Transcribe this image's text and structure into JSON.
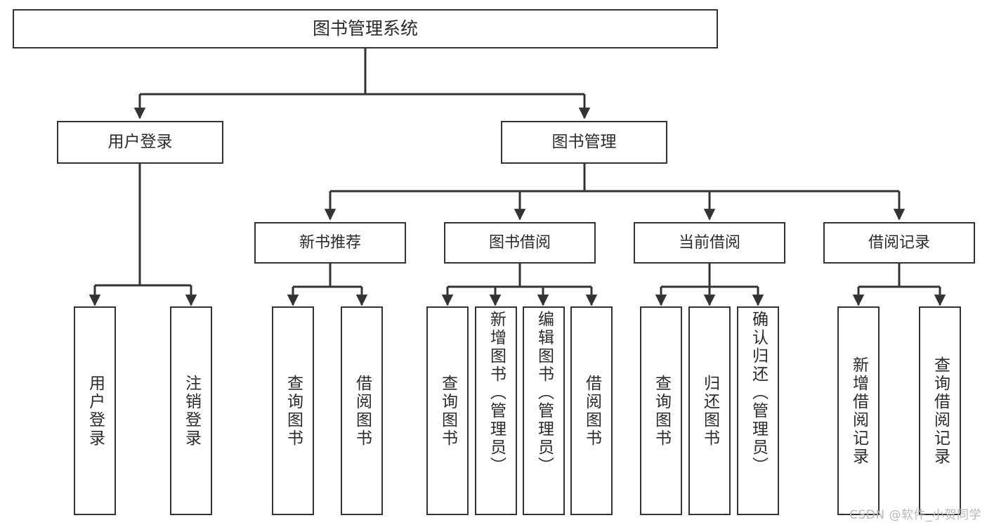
{
  "diagram": {
    "type": "tree-structure-chart",
    "title": "图书管理系统",
    "watermark": "CSDN @软件_小贺同学",
    "colors": {
      "stroke": "#333333",
      "fill": "#ffffff",
      "text": "#2b2b2b",
      "watermark": "#b7b7b7"
    },
    "levels": {
      "root": {
        "label": "图书管理系统"
      },
      "level2": [
        {
          "label": "用户登录"
        },
        {
          "label": "图书管理"
        }
      ],
      "level3": [
        {
          "label": "新书推荐"
        },
        {
          "label": "图书借阅"
        },
        {
          "label": "当前借阅"
        },
        {
          "label": "借阅记录"
        }
      ],
      "leaves": {
        "user_login": [
          {
            "label": "用户登录"
          },
          {
            "label": "注销登录"
          }
        ],
        "new_book_recommend": [
          {
            "label": "查询图书"
          },
          {
            "label": "借阅图书"
          }
        ],
        "book_borrow": [
          {
            "label": "查询图书"
          },
          {
            "label": "新增图书（管理员）"
          },
          {
            "label": "编辑图书（管理员）"
          },
          {
            "label": "借阅图书"
          }
        ],
        "current_borrow": [
          {
            "label": "查询图书"
          },
          {
            "label": "归还图书"
          },
          {
            "label": "确认归还（管理员）"
          }
        ],
        "borrow_record": [
          {
            "label": "新增借阅记录"
          },
          {
            "label": "查询借阅记录"
          }
        ]
      }
    }
  }
}
